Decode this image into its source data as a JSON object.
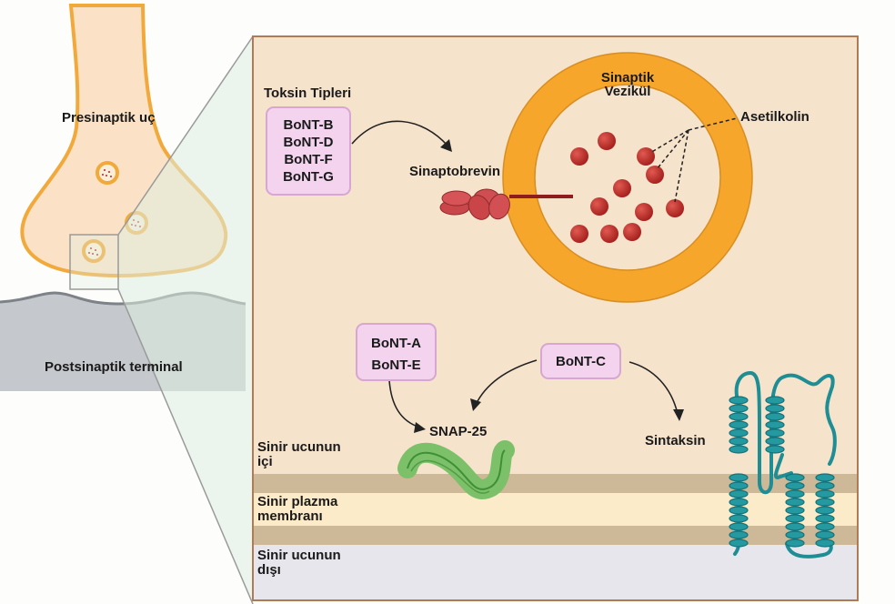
{
  "overview": {
    "presynaptic_label": "Presinaptik uç",
    "postsynaptic_label": "Postsinaptik terminal"
  },
  "detail": {
    "toxin_types_heading": "Toksin Tipleri",
    "toxin_group_1": [
      "BoNT-B",
      "BoNT-D",
      "BoNT-F",
      "BoNT-G"
    ],
    "toxin_group_2": [
      "BoNT-A",
      "BoNT-E"
    ],
    "toxin_group_3": [
      "BoNT-C"
    ],
    "synaptobrevin_label": "Sinaptobrevin",
    "vesicle_label_line1": "Sinaptik",
    "vesicle_label_line2": "Vezikül",
    "acetylcholine_label": "Asetilkolin",
    "snap25_label": "SNAP-25",
    "syntaxin_label": "Sintaksin",
    "layer_inside_line1": "Sinir ucunun",
    "layer_inside_line2": "içi",
    "layer_membrane_line1": "Sinir plazma",
    "layer_membrane_line2": "membranı",
    "layer_outside_line1": "Sinir ucunun",
    "layer_outside_line2": "dışı"
  },
  "colors": {
    "panel_bg": "#f6e3cc",
    "panel_border": "#b07a55",
    "vesicle_ring": "#f6a62b",
    "acetylcholine": "#c0302c",
    "toxin_box": "#f3d3ee",
    "snap25": "#5dae4c",
    "syntaxin": "#1e8e94",
    "membrane_dark": "#cdb898",
    "membrane_light": "#fcebc8",
    "outside": "#e6e6ec"
  }
}
